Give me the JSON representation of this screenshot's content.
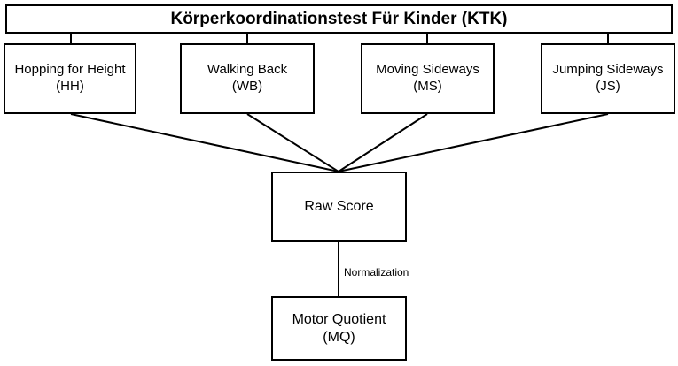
{
  "diagram": {
    "title": "Körperkoordinationstest Für Kinder (KTK)",
    "tests": [
      {
        "name": "Hopping for Height",
        "abbr": "(HH)"
      },
      {
        "name": "Walking Back",
        "abbr": "(WB)"
      },
      {
        "name": "Moving Sideways",
        "abbr": "(MS)"
      },
      {
        "name": "Jumping Sideways",
        "abbr": "(JS)"
      }
    ],
    "raw_score": "Raw Score",
    "edge_label": "Normalization",
    "result": {
      "name": "Motor Quotient",
      "abbr": "(MQ)"
    }
  },
  "colors": {
    "stroke": "#000000",
    "background": "#ffffff"
  }
}
